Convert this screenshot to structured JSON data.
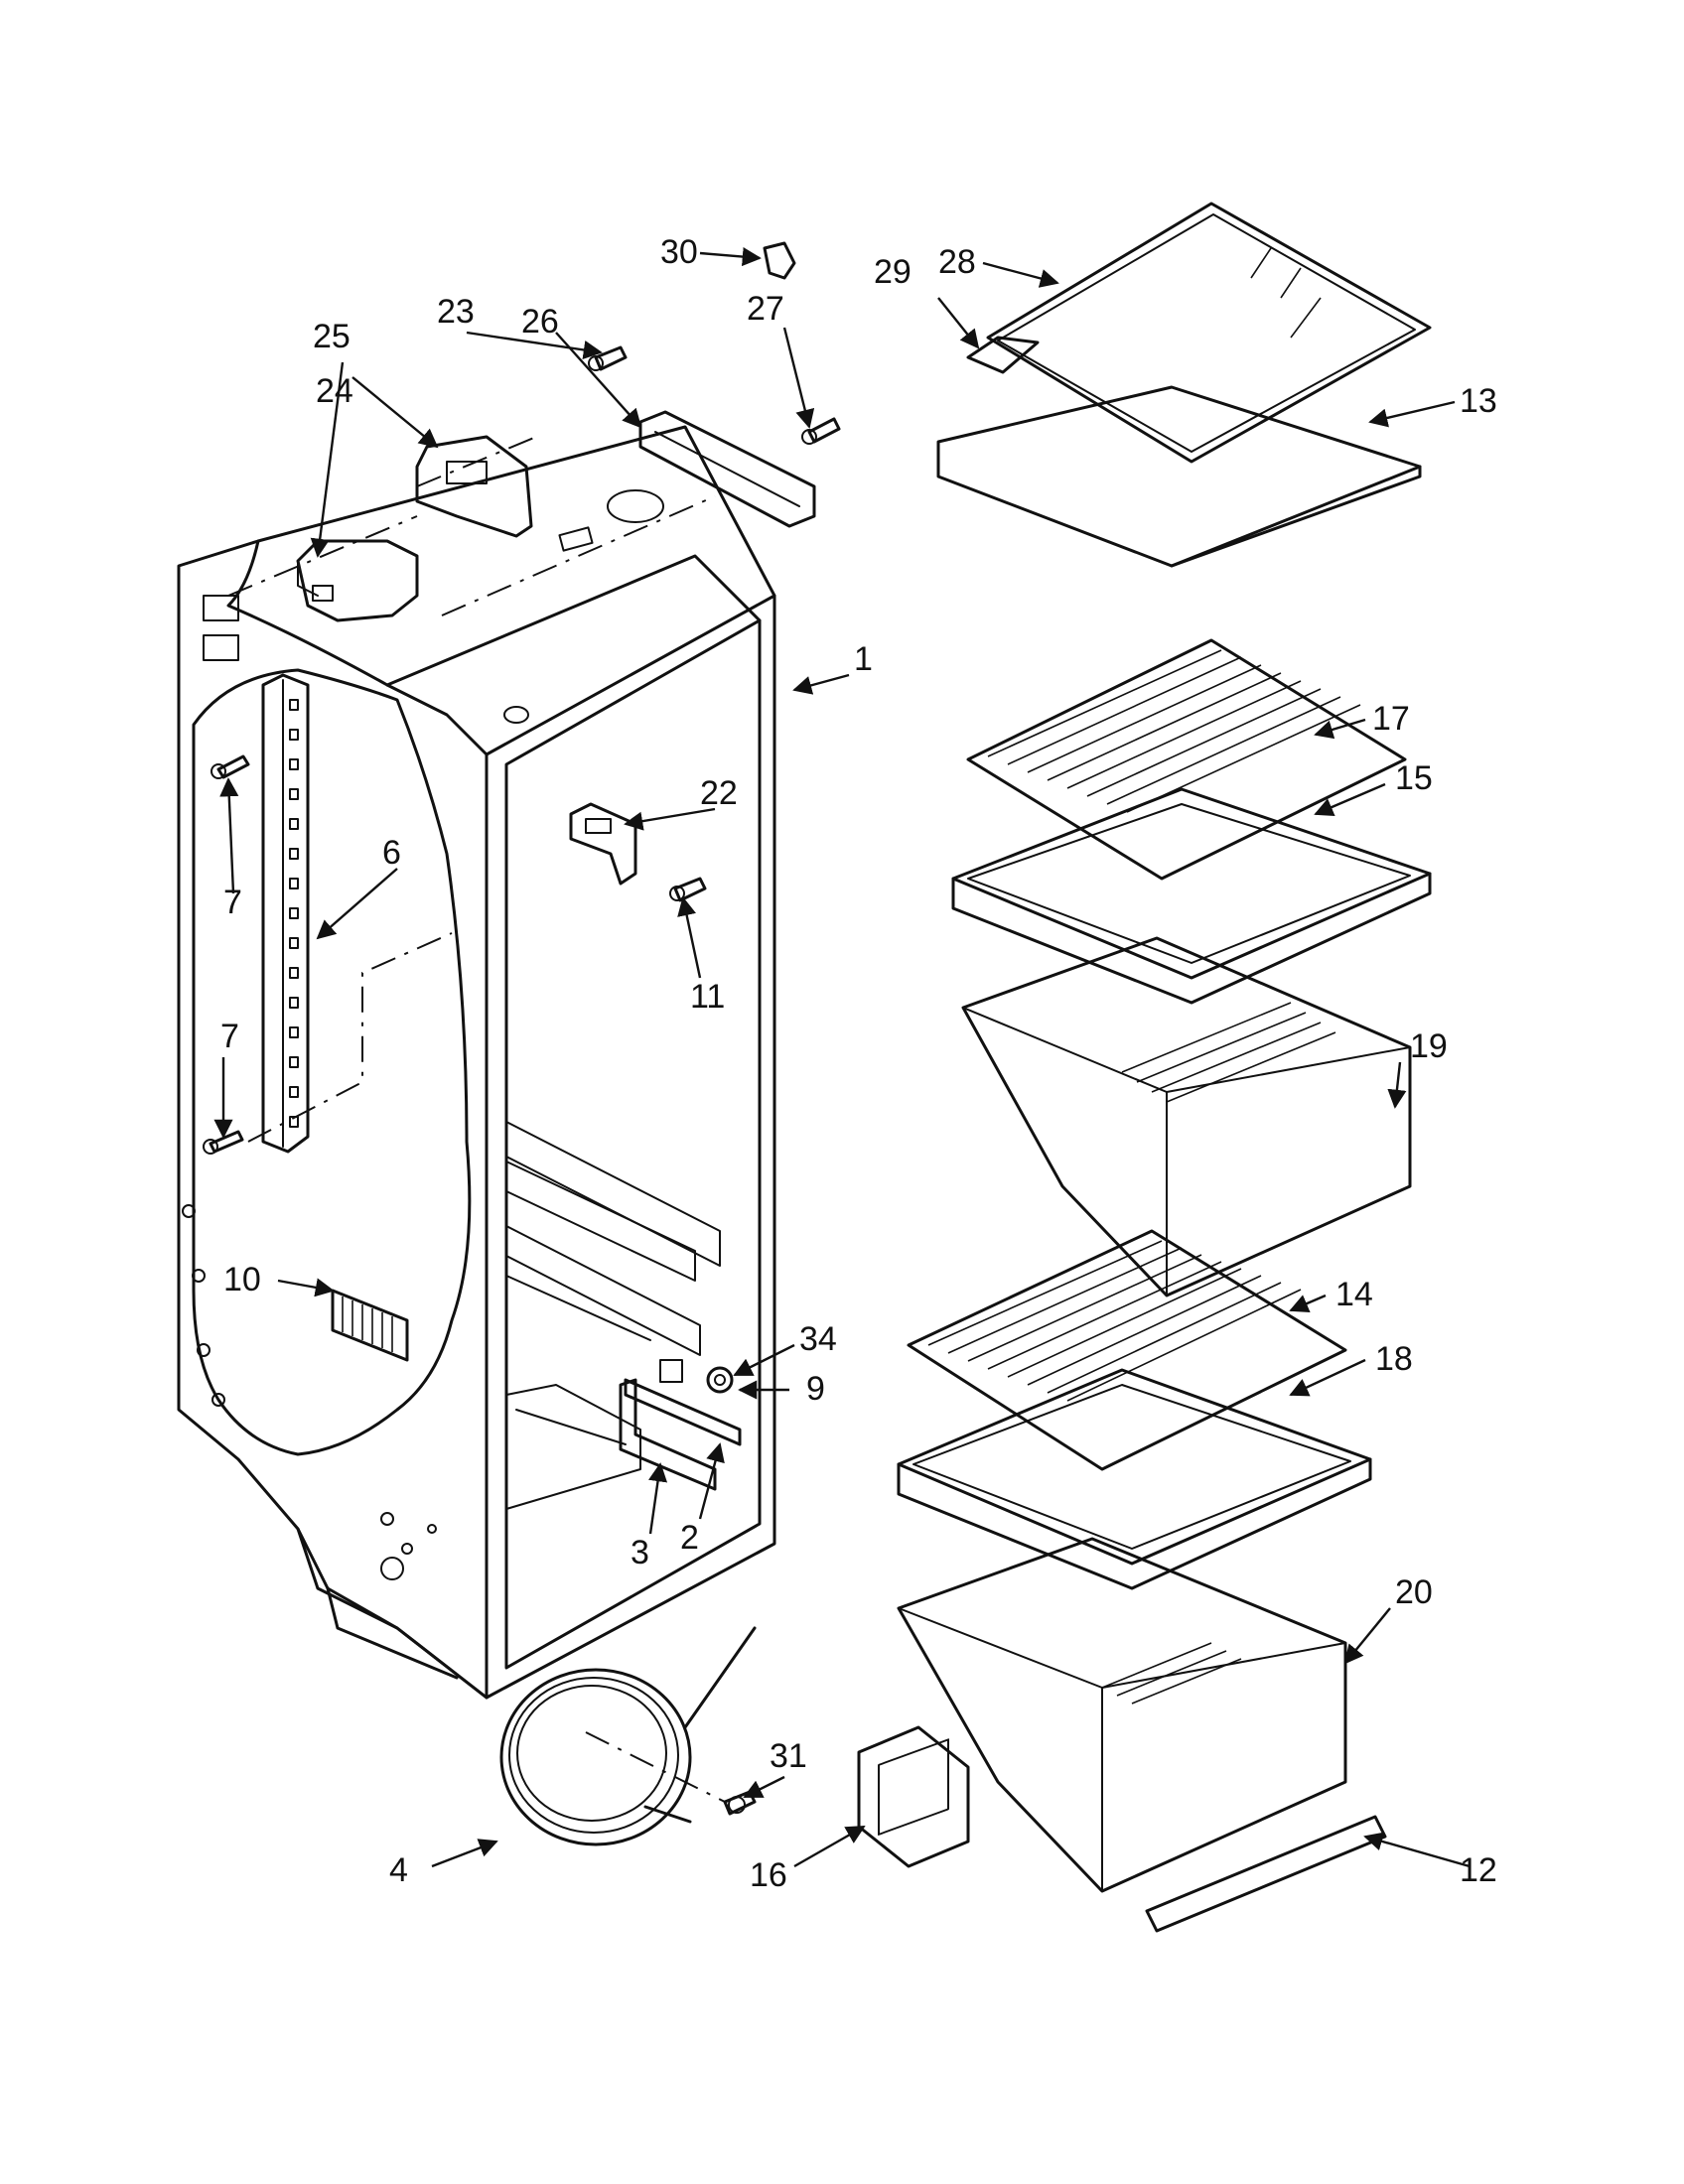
{
  "diagram": {
    "callouts": [
      {
        "id": "1",
        "label": "1"
      },
      {
        "id": "2",
        "label": "2"
      },
      {
        "id": "3",
        "label": "3"
      },
      {
        "id": "4",
        "label": "4"
      },
      {
        "id": "6",
        "label": "6"
      },
      {
        "id": "7a",
        "label": "7"
      },
      {
        "id": "7b",
        "label": "7"
      },
      {
        "id": "9",
        "label": "9"
      },
      {
        "id": "10",
        "label": "10"
      },
      {
        "id": "11",
        "label": "11"
      },
      {
        "id": "12",
        "label": "12"
      },
      {
        "id": "13",
        "label": "13"
      },
      {
        "id": "14",
        "label": "14"
      },
      {
        "id": "15",
        "label": "15"
      },
      {
        "id": "16",
        "label": "16"
      },
      {
        "id": "17",
        "label": "17"
      },
      {
        "id": "18",
        "label": "18"
      },
      {
        "id": "19",
        "label": "19"
      },
      {
        "id": "20",
        "label": "20"
      },
      {
        "id": "22",
        "label": "22"
      },
      {
        "id": "23",
        "label": "23"
      },
      {
        "id": "24",
        "label": "24"
      },
      {
        "id": "25",
        "label": "25"
      },
      {
        "id": "26",
        "label": "26"
      },
      {
        "id": "27",
        "label": "27"
      },
      {
        "id": "28",
        "label": "28"
      },
      {
        "id": "29",
        "label": "29"
      },
      {
        "id": "30",
        "label": "30"
      },
      {
        "id": "31",
        "label": "31"
      },
      {
        "id": "34",
        "label": "34"
      }
    ]
  }
}
